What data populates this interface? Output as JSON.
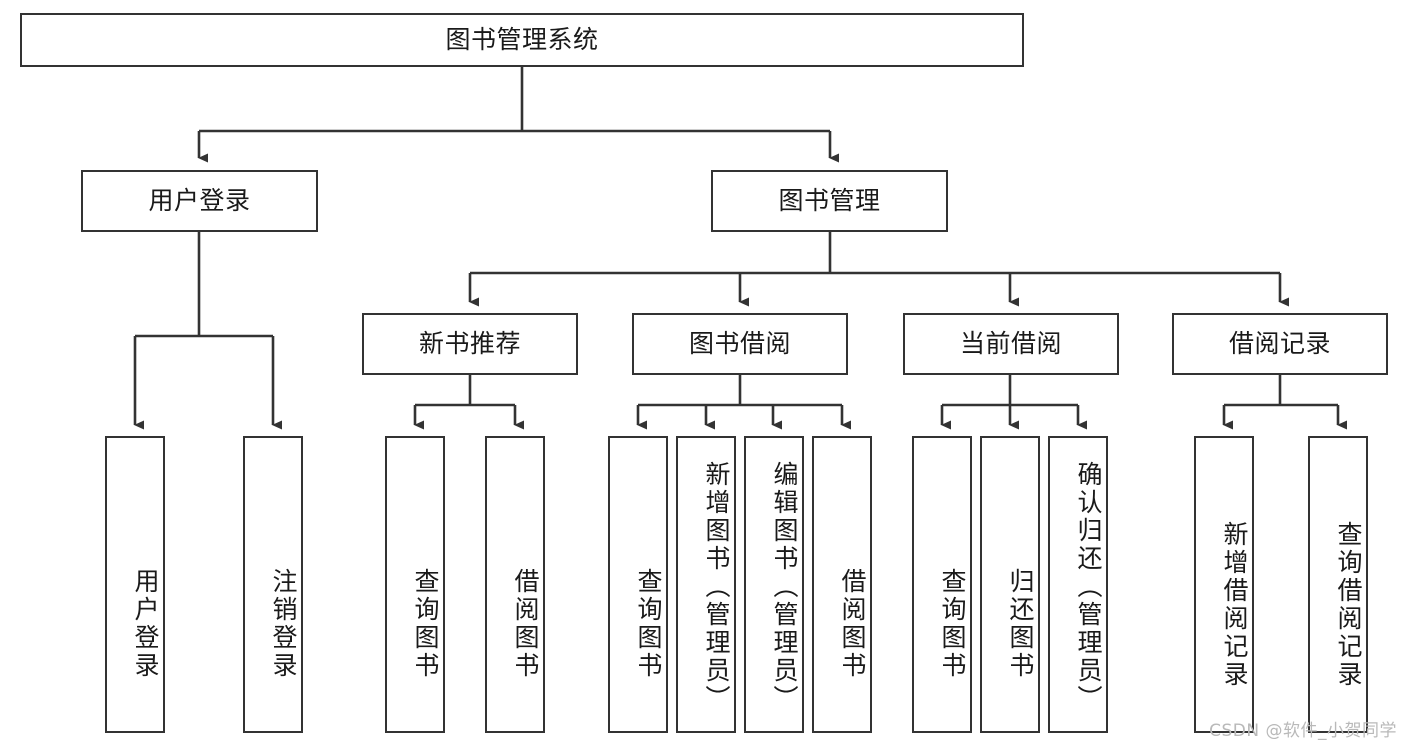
{
  "diagram": {
    "title": "图书管理系统",
    "watermark": "CSDN @软件_小贺同学",
    "edge_color": "#333333",
    "box_border_color": "#333333",
    "box_fill_color": "#ffffff",
    "text_color": "#1a1a1a",
    "nodes": {
      "root": "图书管理系统",
      "level2": {
        "user_login": "用户登录",
        "book_manage": "图书管理"
      },
      "level3": {
        "new_book_recommend": "新书推荐",
        "book_borrow": "图书借阅",
        "current_borrow": "当前借阅",
        "borrow_record": "借阅记录"
      },
      "leaves": {
        "user_login_children": [
          "用户登录",
          "注销登录"
        ],
        "new_book_recommend_children": [
          "查询图书",
          "借阅图书"
        ],
        "book_borrow_children": [
          "查询图书",
          "新增图书（管理员）",
          "编辑图书（管理员）",
          "借阅图书"
        ],
        "current_borrow_children": [
          "查询图书",
          "归还图书",
          "确认归还（管理员）"
        ],
        "borrow_record_children": [
          "新增借阅记录",
          "查询借阅记录"
        ]
      }
    }
  }
}
